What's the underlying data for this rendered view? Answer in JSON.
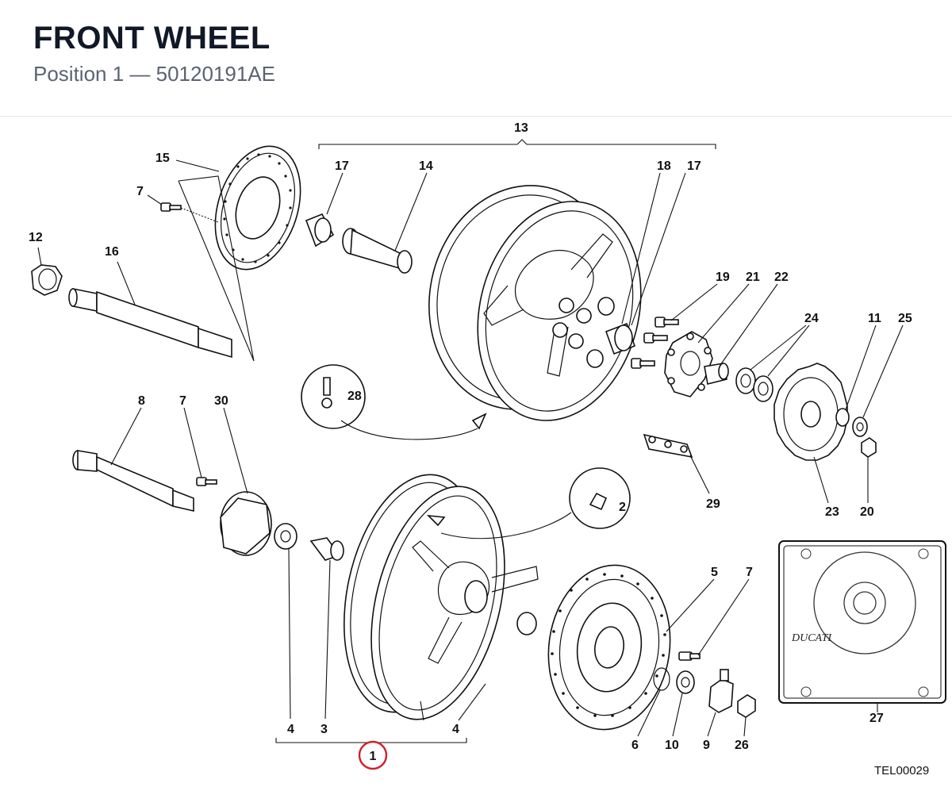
{
  "header": {
    "title": "FRONT WHEEL",
    "subtitle": "Position 1 — 50120191AE"
  },
  "diagram": {
    "reference_code": "TEL00029",
    "highlight_color": "#d21f2b",
    "callouts": [
      "13",
      "15",
      "17",
      "14",
      "18",
      "17",
      "7",
      "12",
      "16",
      "19",
      "21",
      "22",
      "24",
      "11",
      "25",
      "28",
      "8",
      "7",
      "30",
      "2",
      "29",
      "23",
      "20",
      "5",
      "7",
      "27",
      "4",
      "3",
      "4",
      "6",
      "10",
      "9",
      "26",
      "1"
    ],
    "highlighted_callout": "1",
    "inset_logo_text": "DUCATI"
  }
}
